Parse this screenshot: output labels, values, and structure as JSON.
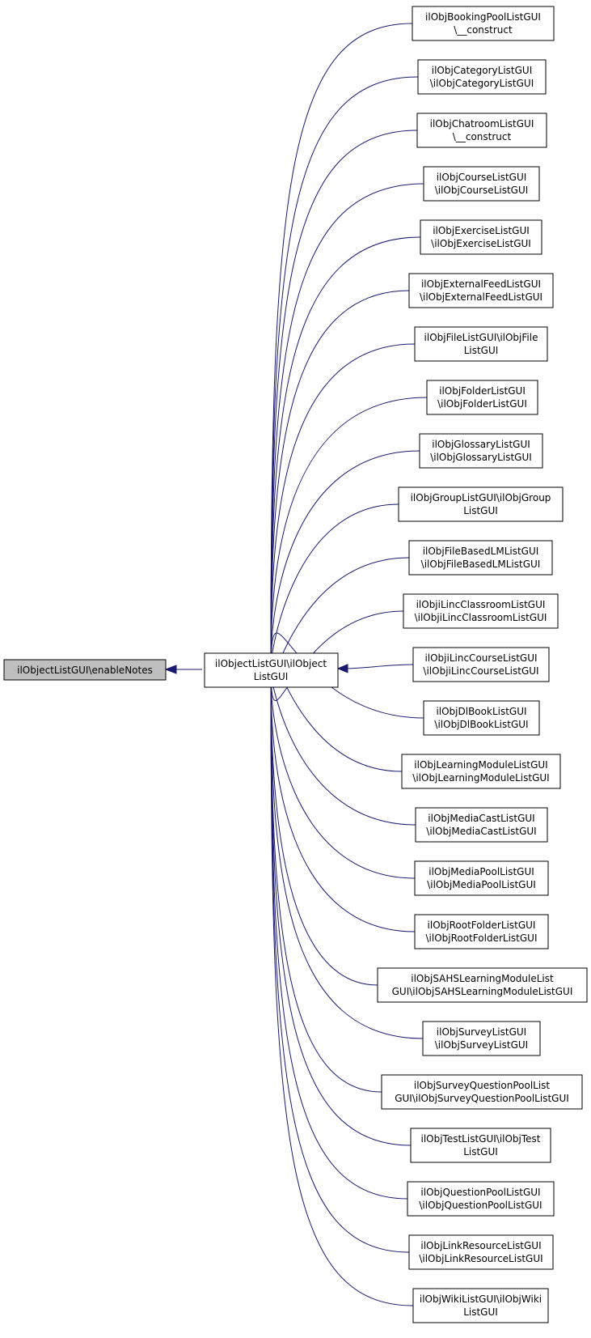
{
  "colors": {
    "edge": "#191970",
    "node_border": "#000000",
    "focus_fill": "#bfbfbf",
    "node_fill": "#ffffff"
  },
  "focus_node": {
    "label": "ilObjectListGUI\\enableNotes"
  },
  "parent_node": {
    "lines": [
      "ilObjectListGUI\\ilObject",
      "ListGUI"
    ]
  },
  "child_nodes": [
    {
      "lines": [
        "ilObjBookingPoolListGUI",
        "\\__construct"
      ]
    },
    {
      "lines": [
        "ilObjCategoryListGUI",
        "\\ilObjCategoryListGUI"
      ]
    },
    {
      "lines": [
        "ilObjChatroomListGUI",
        "\\__construct"
      ]
    },
    {
      "lines": [
        "ilObjCourseListGUI",
        "\\ilObjCourseListGUI"
      ]
    },
    {
      "lines": [
        "ilObjExerciseListGUI",
        "\\ilObjExerciseListGUI"
      ]
    },
    {
      "lines": [
        "ilObjExternalFeedListGUI",
        "\\ilObjExternalFeedListGUI"
      ]
    },
    {
      "lines": [
        "ilObjFileListGUI\\ilObjFile",
        "ListGUI"
      ]
    },
    {
      "lines": [
        "ilObjFolderListGUI",
        "\\ilObjFolderListGUI"
      ]
    },
    {
      "lines": [
        "ilObjGlossaryListGUI",
        "\\ilObjGlossaryListGUI"
      ]
    },
    {
      "lines": [
        "ilObjGroupListGUI\\ilObjGroup",
        "ListGUI"
      ]
    },
    {
      "lines": [
        "ilObjFileBasedLMListGUI",
        "\\ilObjFileBasedLMListGUI"
      ]
    },
    {
      "lines": [
        "ilObjiLincClassroomListGUI",
        "\\ilObjiLincClassroomListGUI"
      ]
    },
    {
      "lines": [
        "ilObjiLincCourseListGUI",
        "\\ilObjiLincCourseListGUI"
      ]
    },
    {
      "lines": [
        "ilObjDlBookListGUI",
        "\\ilObjDlBookListGUI"
      ]
    },
    {
      "lines": [
        "ilObjLearningModuleListGUI",
        "\\ilObjLearningModuleListGUI"
      ]
    },
    {
      "lines": [
        "ilObjMediaCastListGUI",
        "\\ilObjMediaCastListGUI"
      ]
    },
    {
      "lines": [
        "ilObjMediaPoolListGUI",
        "\\ilObjMediaPoolListGUI"
      ]
    },
    {
      "lines": [
        "ilObjRootFolderListGUI",
        "\\ilObjRootFolderListGUI"
      ]
    },
    {
      "lines": [
        "ilObjSAHSLearningModuleList",
        "GUI\\ilObjSAHSLearningModuleListGUI"
      ]
    },
    {
      "lines": [
        "ilObjSurveyListGUI",
        "\\ilObjSurveyListGUI"
      ]
    },
    {
      "lines": [
        "ilObjSurveyQuestionPoolList",
        "GUI\\ilObjSurveyQuestionPoolListGUI"
      ]
    },
    {
      "lines": [
        "ilObjTestListGUI\\ilObjTest",
        "ListGUI"
      ]
    },
    {
      "lines": [
        "ilObjQuestionPoolListGUI",
        "\\ilObjQuestionPoolListGUI"
      ]
    },
    {
      "lines": [
        "ilObjLinkResourceListGUI",
        "\\ilObjLinkResourceListGUI"
      ]
    },
    {
      "lines": [
        "ilObjWikiListGUI\\ilObjWiki",
        "ListGUI"
      ]
    }
  ]
}
